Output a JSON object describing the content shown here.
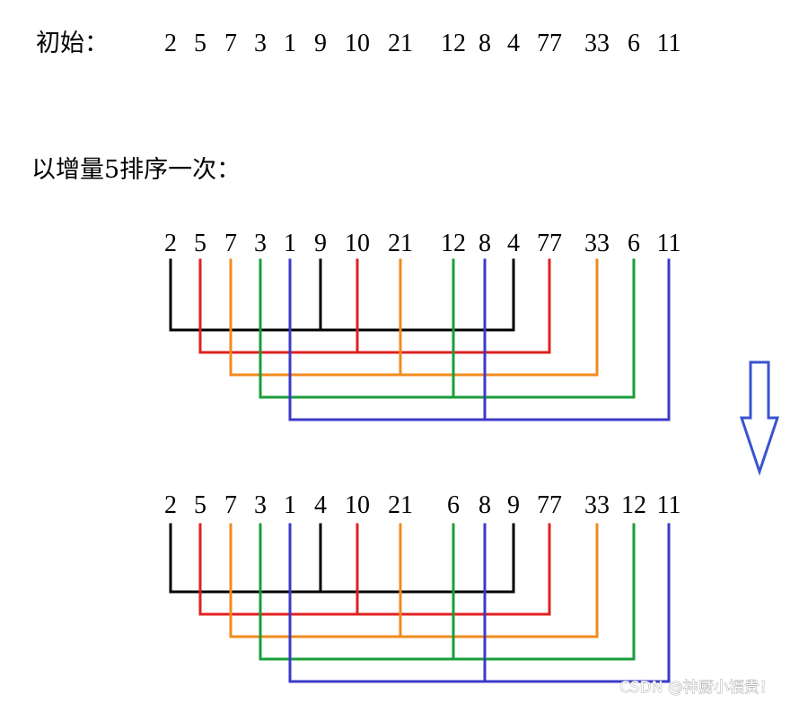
{
  "initial": {
    "label": "初始：",
    "values": [
      "2",
      "5",
      "7",
      "3",
      "1",
      "9",
      "10",
      "21",
      "12",
      "8",
      "4",
      "77",
      "33",
      "6",
      "11"
    ]
  },
  "step": {
    "label": "以增量5排序一次：",
    "increment": 5
  },
  "before": {
    "values": [
      "2",
      "5",
      "7",
      "3",
      "1",
      "9",
      "10",
      "21",
      "12",
      "8",
      "4",
      "77",
      "33",
      "6",
      "11"
    ]
  },
  "after": {
    "values": [
      "2",
      "5",
      "7",
      "3",
      "1",
      "4",
      "10",
      "21",
      "6",
      "8",
      "9",
      "77",
      "33",
      "12",
      "11"
    ]
  },
  "group_colors": [
    "#000000",
    "#e02020",
    "#f28a1e",
    "#1a9e3a",
    "#3a3ac8"
  ],
  "arrow_color": "#3a53d0",
  "watermark": "CSDN @神厨小福贵！"
}
